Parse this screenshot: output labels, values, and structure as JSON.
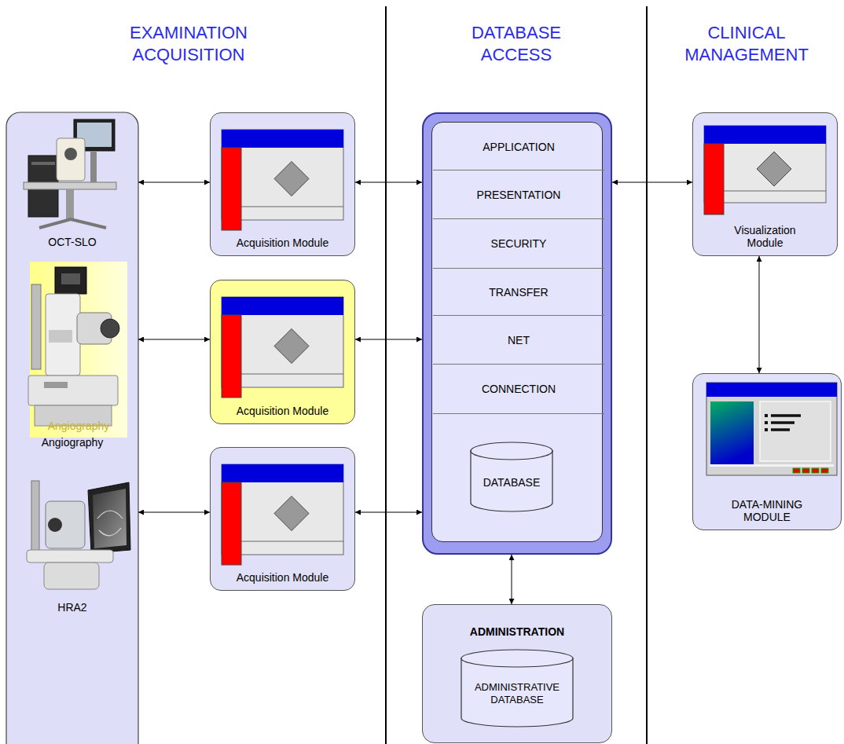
{
  "diagram": {
    "nodes": [
      {
        "text": [
          "OCT-SLO"
        ]
      },
      {
        "text": [
          "Acquisition Module"
        ]
      },
      {
        "text": [
          "Angiography"
        ]
      },
      {
        "text": [
          "Acquisition Module"
        ]
      },
      {
        "text": [
          "HRA2"
        ]
      },
      {
        "text": [
          "Acquisition Module"
        ]
      },
      {
        "text": []
      },
      {
        "text": [
          "APPLICATION"
        ],
        "in": 6
      },
      {
        "text": [
          "PRESENTATION"
        ],
        "in": 6
      },
      {
        "text": [
          "SECURITY"
        ],
        "in": 6
      },
      {
        "text": [
          "TRANSFER"
        ],
        "in": 6
      },
      {
        "text": [
          "NET"
        ],
        "in": 6
      },
      {
        "text": [
          "CONNECTION"
        ],
        "in": 6
      },
      {
        "text": [
          "DATABASE"
        ],
        "in": 6
      },
      {
        "text": [
          "ADMINISTRATION"
        ]
      },
      {
        "text": [
          "ADMINISTRATIVE DATABASE"
        ],
        "in": 14
      },
      {
        "text": [
          "Visualization Module"
        ]
      },
      {
        "text": [
          "DATA-MINING MODULE"
        ]
      }
    ],
    "edges": [
      {
        "from": 0,
        "to": 1,
        "arrow": "both"
      },
      {
        "from": 2,
        "to": 3,
        "arrow": "both"
      },
      {
        "from": 4,
        "to": 5,
        "arrow": "both"
      },
      {
        "from": 1,
        "to": 6,
        "arrow": "both"
      },
      {
        "from": 3,
        "to": 6,
        "arrow": "both"
      },
      {
        "from": 5,
        "to": 6,
        "arrow": "both"
      },
      {
        "from": 6,
        "to": 16,
        "arrow": "both"
      },
      {
        "from": 16,
        "to": 17,
        "arrow": "both"
      },
      {
        "from": 6,
        "to": 14,
        "arrow": "both"
      }
    ],
    "labels": [
      "EXAMINATION ACQUISITION",
      "DATABASE ACCESS",
      "CLINICAL MANAGEMENT",
      "Angiography"
    ]
  }
}
